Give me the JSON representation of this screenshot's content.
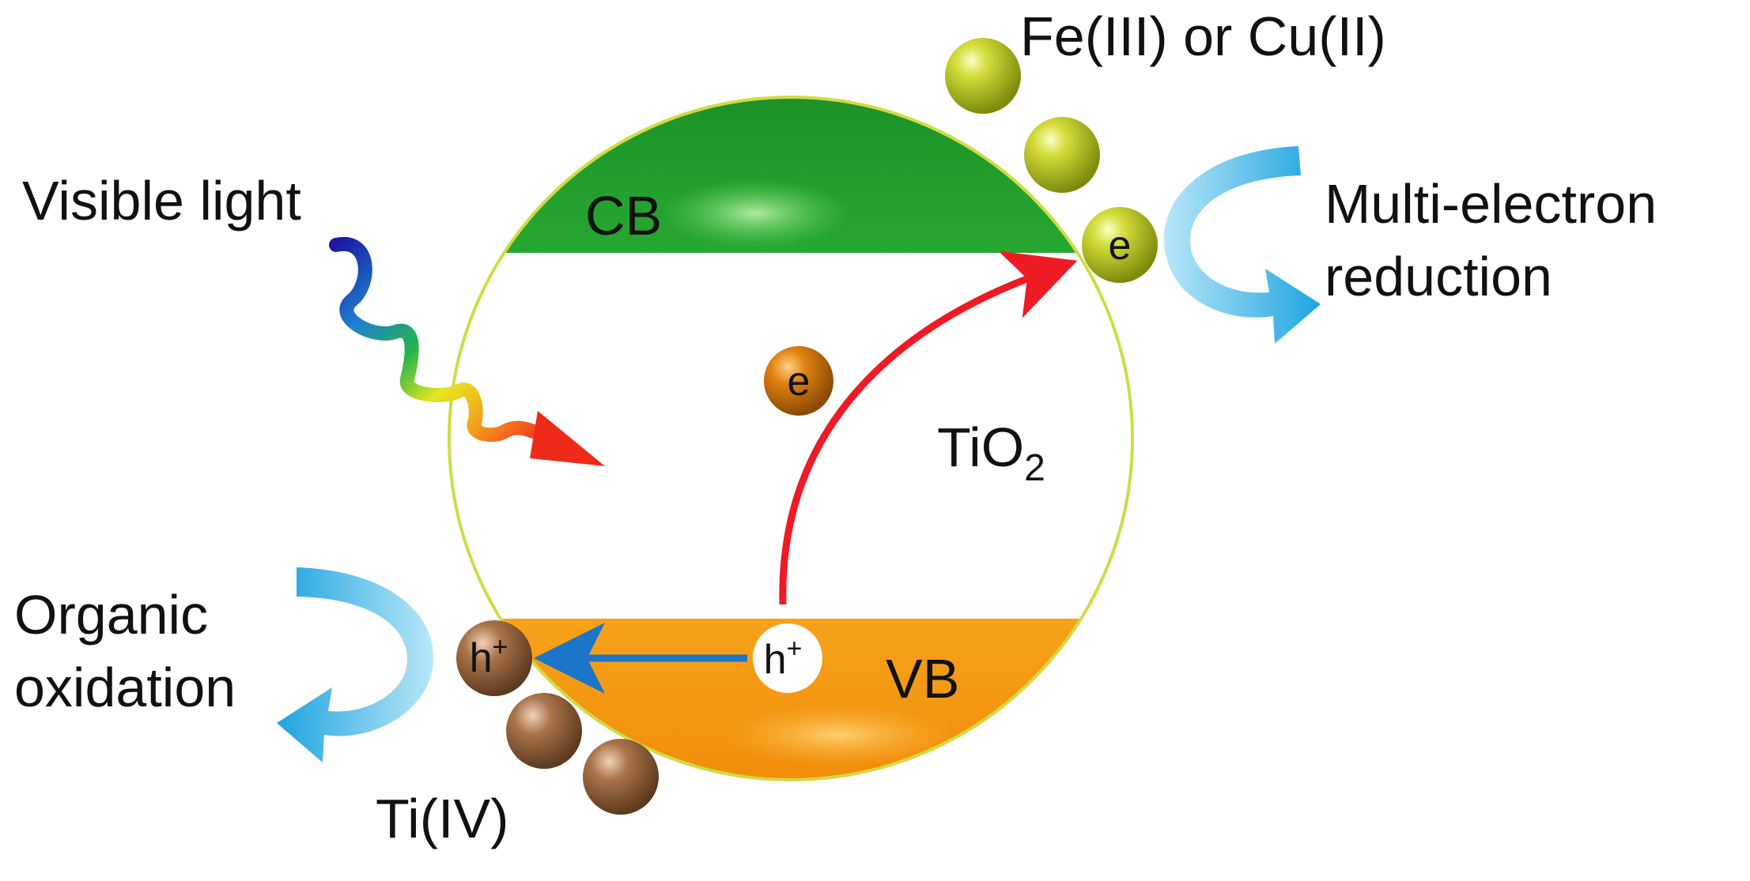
{
  "labels": {
    "visible_light": "Visible light",
    "fe_cu": "Fe(III) or Cu(II)",
    "multi_electron_line1": "Multi-electron",
    "multi_electron_line2": "reduction",
    "organic_line1": "Organic",
    "organic_line2": "oxidation",
    "ti_iv": "Ti(IV)",
    "tio2_main": "TiO",
    "tio2_sub": "2",
    "cb": "CB",
    "vb": "VB"
  },
  "particles": {
    "electron": "e",
    "hole_base": "h",
    "hole_sup": "+"
  },
  "colors": {
    "conduction_band": "#1e9a2a",
    "valence_band": "#f39a10",
    "circle_outline": "#cfdc45",
    "fe_cu_sphere": "#b7c21a",
    "ti_sphere": "#9a6a44",
    "electron_sphere": "#d9780e",
    "excitation_arrow": "#ee1b24",
    "hole_transfer_arrow": "#1b75c9",
    "reaction_arrows": "#29a9e1"
  }
}
